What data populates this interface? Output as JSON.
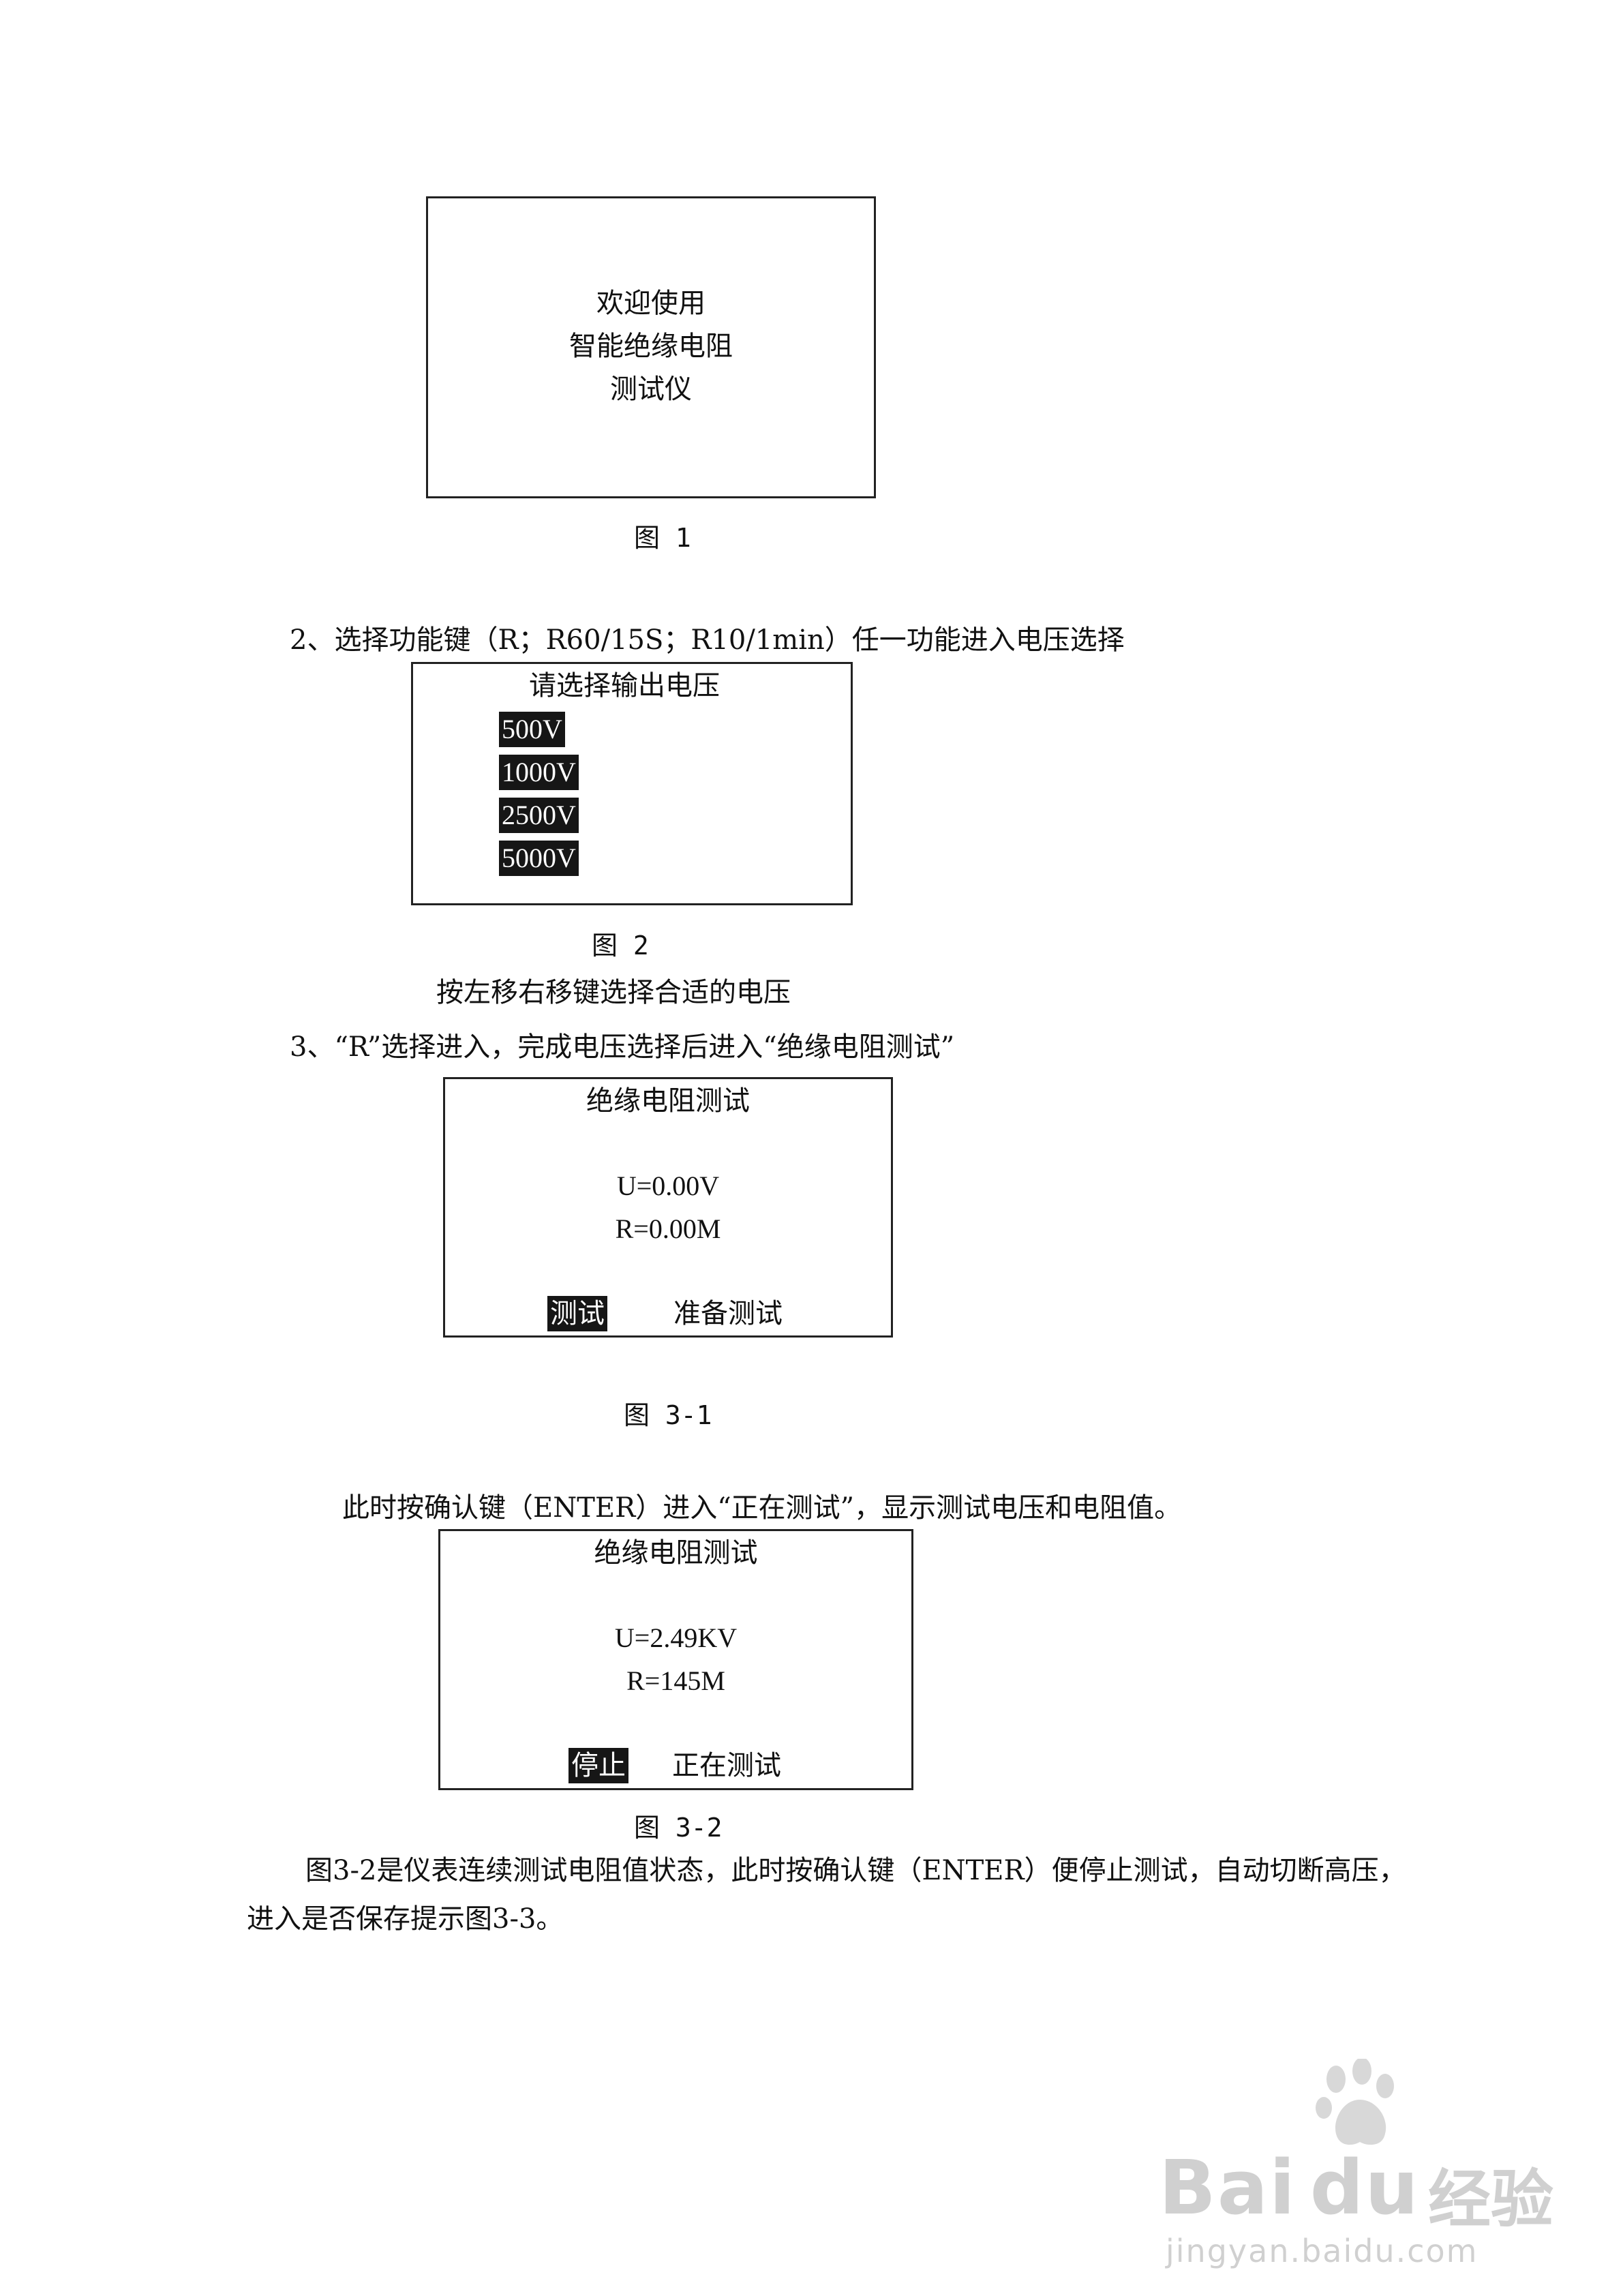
{
  "fig1": {
    "line1": "欢迎使用",
    "line2": "智能绝缘电阻",
    "line3": "测试仪",
    "caption": "图  1"
  },
  "step2": {
    "text": "2、选择功能键（R；R60/15S；R10/1min）任一功能进入电压选择"
  },
  "fig2": {
    "title": "请选择输出电压",
    "options": [
      "500V",
      "1000V",
      "2500V",
      "5000V"
    ],
    "caption": "图  2",
    "note": "按左移右移键选择合适的电压"
  },
  "step3": {
    "text": "3、“R”选择进入，完成电压选择后进入“绝缘电阻测试”"
  },
  "fig3_1": {
    "title": "绝缘电阻测试",
    "voltage": "U=0.00V",
    "resistance": "R=0.00M",
    "button": "测试",
    "status": "准备测试",
    "caption": "图  3-1"
  },
  "enter_note": {
    "text": "此时按确认键（ENTER）进入“正在测试”，显示测试电压和电阻值。"
  },
  "fig3_2": {
    "title": "绝缘电阻测试",
    "voltage": "U=2.49KV",
    "resistance": "R=145M",
    "button": "停止",
    "status": "正在测试",
    "caption": "图    3-2"
  },
  "closing": {
    "line1": "图3-2是仪表连续测试电阻值状态，此时按确认键（ENTER）便停止测试，自动切断高压，",
    "line2": "进入是否保存提示图3-3。"
  },
  "watermark": {
    "brand": "Bai",
    "brand2": "du",
    "brand_cn": "经验",
    "url": "jingyan.baidu.com"
  }
}
